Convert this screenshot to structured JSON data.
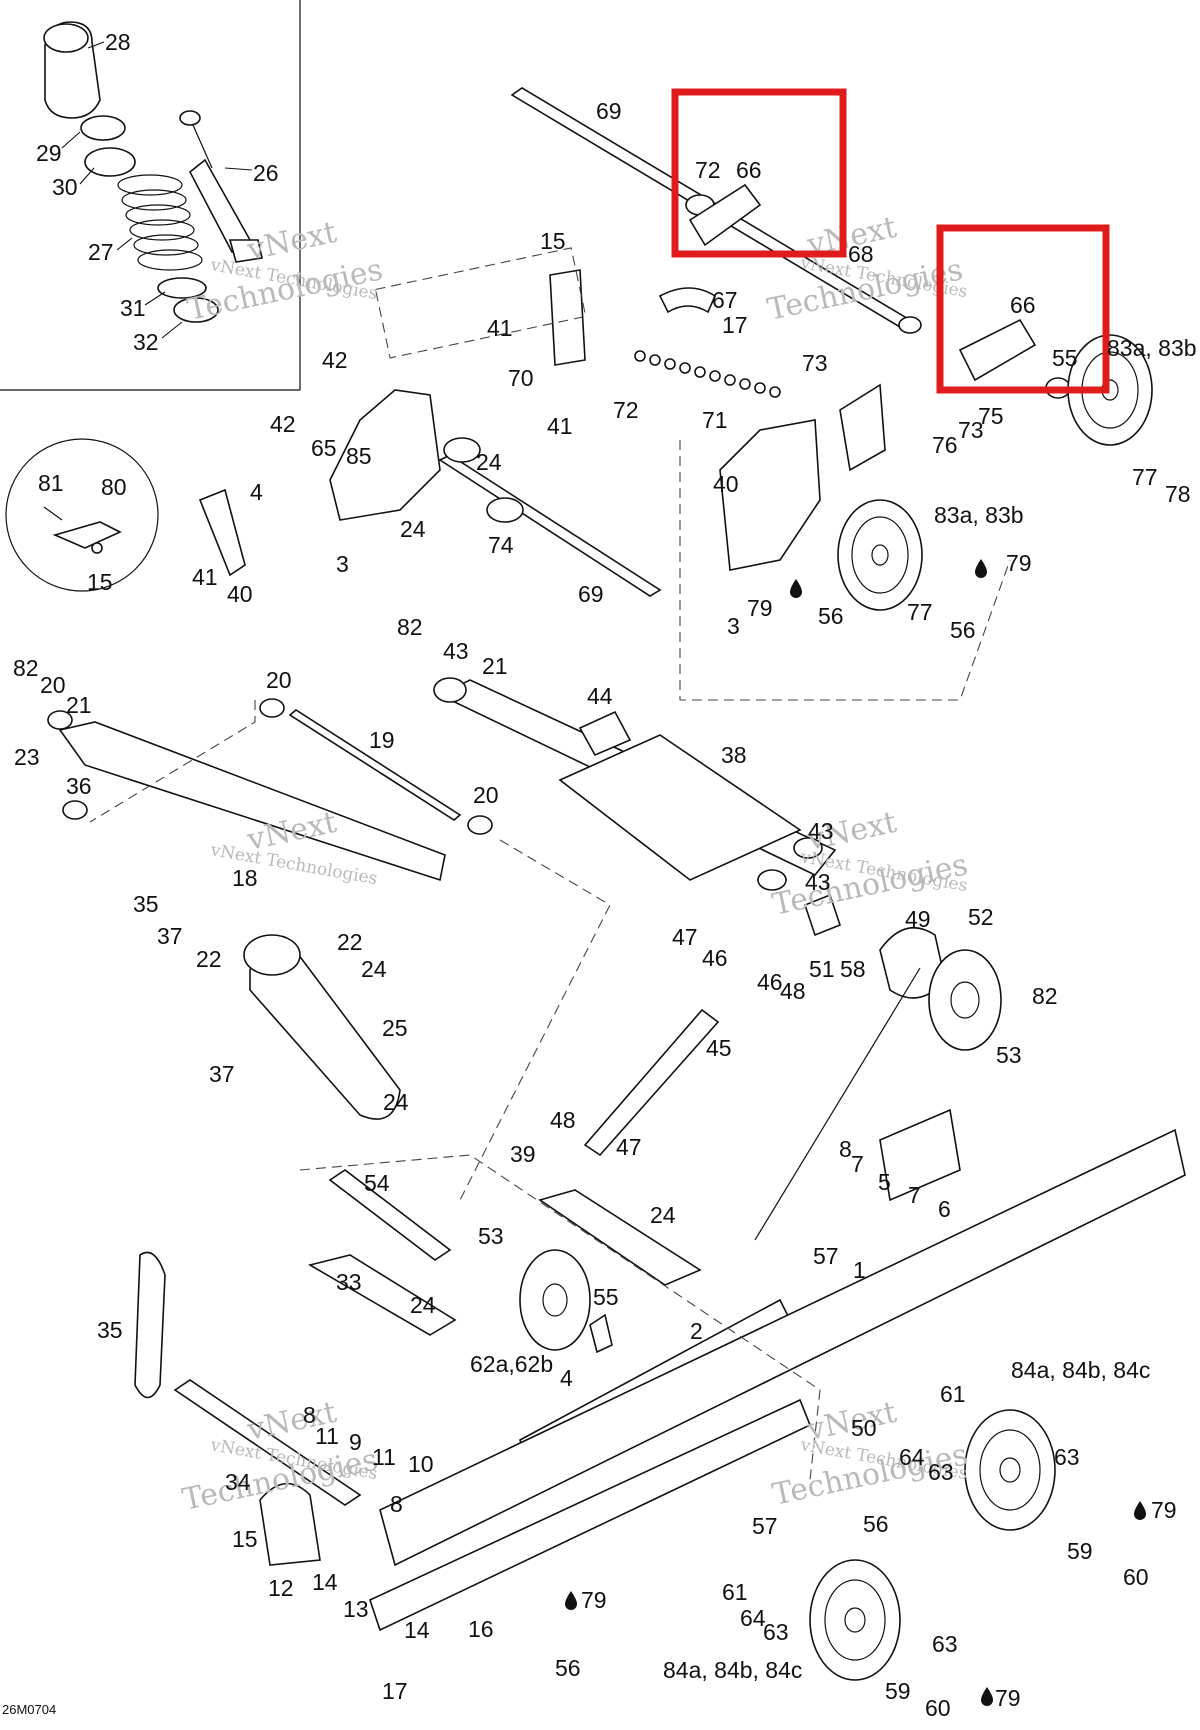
{
  "labels": [
    {
      "id": "l1",
      "text": "28"
    },
    {
      "id": "l2",
      "text": "29"
    },
    {
      "id": "l3",
      "text": "30"
    },
    {
      "id": "l4",
      "text": "26"
    },
    {
      "id": "l5",
      "text": "27"
    },
    {
      "id": "l6",
      "text": "31"
    },
    {
      "id": "l7",
      "text": "32"
    },
    {
      "id": "l8",
      "text": "69"
    },
    {
      "id": "l9",
      "text": "72"
    },
    {
      "id": "l10",
      "text": "66"
    },
    {
      "id": "l11",
      "text": "15"
    },
    {
      "id": "l12",
      "text": "68"
    },
    {
      "id": "l13",
      "text": "67"
    },
    {
      "id": "l14",
      "text": "17"
    },
    {
      "id": "l15",
      "text": "41"
    },
    {
      "id": "l16",
      "text": "66"
    },
    {
      "id": "l17",
      "text": "55"
    },
    {
      "id": "l18",
      "text": "83a, 83b"
    },
    {
      "id": "l19",
      "text": "42"
    },
    {
      "id": "l20",
      "text": "70"
    },
    {
      "id": "l21",
      "text": "73"
    },
    {
      "id": "l22",
      "text": "72"
    },
    {
      "id": "l23",
      "text": "71"
    },
    {
      "id": "l24",
      "text": "41"
    },
    {
      "id": "l25",
      "text": "75"
    },
    {
      "id": "l26",
      "text": "73"
    },
    {
      "id": "l27",
      "text": "76"
    },
    {
      "id": "l28",
      "text": "77"
    },
    {
      "id": "l29",
      "text": "78"
    },
    {
      "id": "l30",
      "text": "42"
    },
    {
      "id": "l31",
      "text": "65"
    },
    {
      "id": "l32",
      "text": "85"
    },
    {
      "id": "l33",
      "text": "24"
    },
    {
      "id": "l34",
      "text": "81"
    },
    {
      "id": "l35",
      "text": "80"
    },
    {
      "id": "l36",
      "text": "4"
    },
    {
      "id": "l37",
      "text": "24"
    },
    {
      "id": "l38",
      "text": "74"
    },
    {
      "id": "l39",
      "text": "40"
    },
    {
      "id": "l40",
      "text": "83a, 83b"
    },
    {
      "id": "l41",
      "text": "15"
    },
    {
      "id": "l42",
      "text": "41"
    },
    {
      "id": "l43",
      "text": "40"
    },
    {
      "id": "l44",
      "text": "3"
    },
    {
      "id": "l45",
      "text": "69"
    },
    {
      "id": "l46",
      "text": "79"
    },
    {
      "id": "l47",
      "text": "79"
    },
    {
      "id": "l48",
      "text": "3"
    },
    {
      "id": "l49",
      "text": "56"
    },
    {
      "id": "l50",
      "text": "77"
    },
    {
      "id": "l51",
      "text": "56"
    },
    {
      "id": "l52",
      "text": "82"
    },
    {
      "id": "l53",
      "text": "43"
    },
    {
      "id": "l54",
      "text": "21"
    },
    {
      "id": "l55",
      "text": "82"
    },
    {
      "id": "l56",
      "text": "20"
    },
    {
      "id": "l57",
      "text": "21"
    },
    {
      "id": "l58",
      "text": "20"
    },
    {
      "id": "l59",
      "text": "44"
    },
    {
      "id": "l60",
      "text": "19"
    },
    {
      "id": "l61",
      "text": "38"
    },
    {
      "id": "l62",
      "text": "23"
    },
    {
      "id": "l63",
      "text": "36"
    },
    {
      "id": "l64",
      "text": "20"
    },
    {
      "id": "l65",
      "text": "18"
    },
    {
      "id": "l66",
      "text": "43"
    },
    {
      "id": "l67",
      "text": "43"
    },
    {
      "id": "l68",
      "text": "35"
    },
    {
      "id": "l69",
      "text": "37"
    },
    {
      "id": "l70",
      "text": "22"
    },
    {
      "id": "l71",
      "text": "47"
    },
    {
      "id": "l72",
      "text": "49"
    },
    {
      "id": "l73",
      "text": "52"
    },
    {
      "id": "l74",
      "text": "22"
    },
    {
      "id": "l75",
      "text": "24"
    },
    {
      "id": "l76",
      "text": "46"
    },
    {
      "id": "l77",
      "text": "46"
    },
    {
      "id": "l78",
      "text": "48"
    },
    {
      "id": "l79",
      "text": "51"
    },
    {
      "id": "l80",
      "text": "58"
    },
    {
      "id": "l81",
      "text": "82"
    },
    {
      "id": "l82",
      "text": "25"
    },
    {
      "id": "l83",
      "text": "37"
    },
    {
      "id": "l84",
      "text": "45"
    },
    {
      "id": "l85",
      "text": "53"
    },
    {
      "id": "l86",
      "text": "24"
    },
    {
      "id": "l87",
      "text": "48"
    },
    {
      "id": "l88",
      "text": "47"
    },
    {
      "id": "l89",
      "text": "8"
    },
    {
      "id": "l90",
      "text": "7"
    },
    {
      "id": "l91",
      "text": "5"
    },
    {
      "id": "l92",
      "text": "7"
    },
    {
      "id": "l93",
      "text": "6"
    },
    {
      "id": "l94",
      "text": "54"
    },
    {
      "id": "l95",
      "text": "39"
    },
    {
      "id": "l96",
      "text": "24"
    },
    {
      "id": "l97",
      "text": "53"
    },
    {
      "id": "l98",
      "text": "57"
    },
    {
      "id": "l99",
      "text": "1"
    },
    {
      "id": "l100",
      "text": "33"
    },
    {
      "id": "l101",
      "text": "24"
    },
    {
      "id": "l102",
      "text": "55"
    },
    {
      "id": "l103",
      "text": "2"
    },
    {
      "id": "l104",
      "text": "35"
    },
    {
      "id": "l105",
      "text": "62a,62b"
    },
    {
      "id": "l106",
      "text": "4"
    },
    {
      "id": "l107",
      "text": "84a, 84b, 84c"
    },
    {
      "id": "l108",
      "text": "61"
    },
    {
      "id": "l109",
      "text": "8"
    },
    {
      "id": "l110",
      "text": "11"
    },
    {
      "id": "l111",
      "text": "9"
    },
    {
      "id": "l112",
      "text": "11"
    },
    {
      "id": "l113",
      "text": "10"
    },
    {
      "id": "l114",
      "text": "50"
    },
    {
      "id": "l115",
      "text": "64"
    },
    {
      "id": "l116",
      "text": "63"
    },
    {
      "id": "l117",
      "text": "63"
    },
    {
      "id": "l118",
      "text": "34"
    },
    {
      "id": "l119",
      "text": "8"
    },
    {
      "id": "l120",
      "text": "56"
    },
    {
      "id": "l121",
      "text": "79"
    },
    {
      "id": "l122",
      "text": "15"
    },
    {
      "id": "l123",
      "text": "57"
    },
    {
      "id": "l124",
      "text": "59"
    },
    {
      "id": "l125",
      "text": "60"
    },
    {
      "id": "l126",
      "text": "12"
    },
    {
      "id": "l127",
      "text": "14"
    },
    {
      "id": "l128",
      "text": "13"
    },
    {
      "id": "l129",
      "text": "61"
    },
    {
      "id": "l130",
      "text": "64"
    },
    {
      "id": "l131",
      "text": "63"
    },
    {
      "id": "l132",
      "text": "79"
    },
    {
      "id": "l133",
      "text": "14"
    },
    {
      "id": "l134",
      "text": "16"
    },
    {
      "id": "l135",
      "text": "56"
    },
    {
      "id": "l136",
      "text": "17"
    },
    {
      "id": "l137",
      "text": "63"
    },
    {
      "id": "l138",
      "text": "84a, 84b, 84c"
    },
    {
      "id": "l139",
      "text": "59"
    },
    {
      "id": "l140",
      "text": "79"
    },
    {
      "id": "l141",
      "text": "60"
    }
  ],
  "watermark": {
    "line1": "vNext",
    "line2": "Technologies",
    "subline": "vNext Technologies"
  },
  "diagram_code": "26M0704",
  "colors": {
    "highlight": "#e01b1b",
    "ink": "#111111",
    "watermark": "#b9b9b9"
  },
  "icons": [
    "oil-drop-icon"
  ]
}
